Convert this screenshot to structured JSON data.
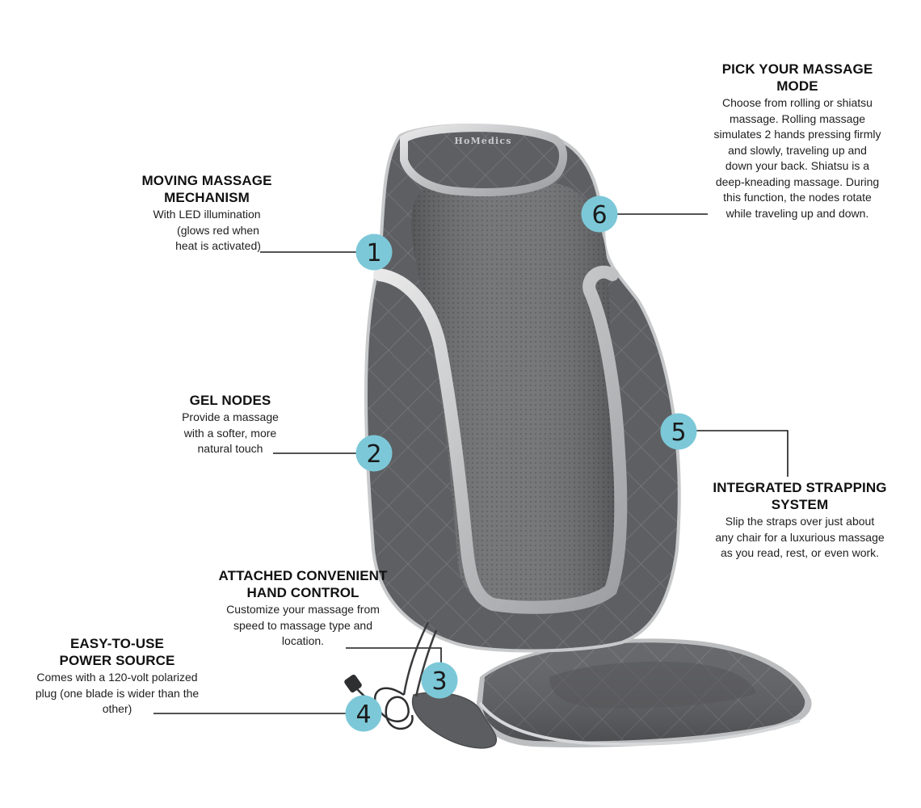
{
  "brand": {
    "logo_text": "HoMedics"
  },
  "accent_color": "#7cc8d8",
  "callouts": [
    {
      "number": "1",
      "title_lines": [
        "MOVING MASSAGE",
        "MECHANISM"
      ],
      "body_lines": [
        "With LED illumination",
        "(glows red when",
        "heat is activated)"
      ]
    },
    {
      "number": "2",
      "title_lines": [
        "GEL NODES"
      ],
      "body_lines": [
        "Provide a massage",
        "with a softer, more",
        "natural touch"
      ]
    },
    {
      "number": "3",
      "title_lines": [
        "ATTACHED CONVENIENT",
        "HAND CONTROL"
      ],
      "body_lines": [
        "Customize your massage from",
        "speed to massage type and",
        "location."
      ]
    },
    {
      "number": "4",
      "title_lines": [
        "EASY-TO-USE",
        "POWER SOURCE"
      ],
      "body_lines": [
        "Comes with a 120-volt polarized",
        "plug (one blade is wider than the",
        "other)"
      ]
    },
    {
      "number": "5",
      "title_lines": [
        "INTEGRATED STRAPPING",
        "SYSTEM"
      ],
      "body_lines": [
        "Slip the straps over just about",
        "any chair for a luxurious massage",
        "as you read, rest, or even work."
      ]
    },
    {
      "number": "6",
      "title_lines": [
        "PICK YOUR MASSAGE",
        "MODE"
      ],
      "body_lines": [
        "Choose from rolling or shiatsu",
        "massage. Rolling massage",
        "simulates 2 hands pressing firmly",
        "and slowly, traveling up and",
        "down your back. Shiatsu is a",
        "deep-kneading massage. During",
        "this function, the nodes rotate",
        "while traveling up and down."
      ]
    }
  ]
}
